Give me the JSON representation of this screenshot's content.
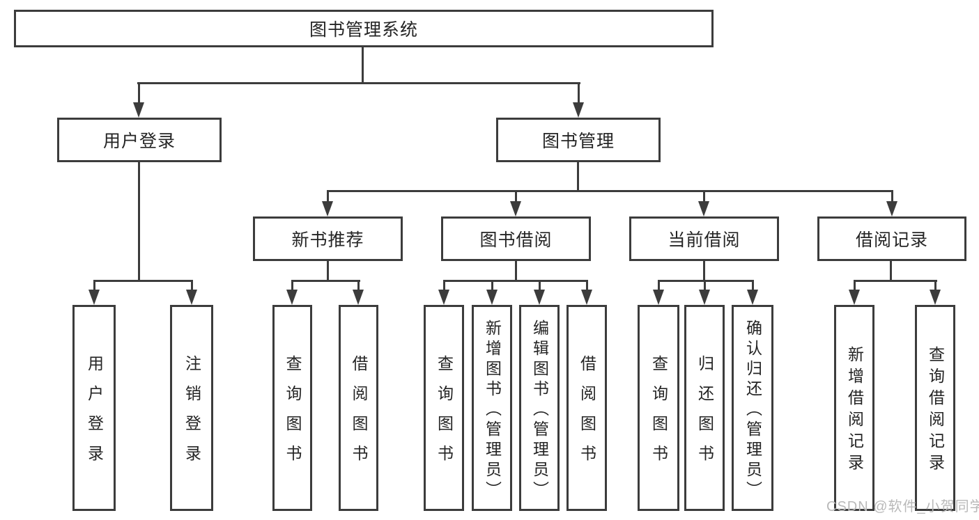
{
  "diagram": {
    "title": "图书管理系统",
    "root": {
      "label": "图书管理系统"
    },
    "level1": [
      {
        "label": "用户登录"
      },
      {
        "label": "图书管理"
      }
    ],
    "level2": [
      {
        "label": "新书推荐"
      },
      {
        "label": "图书借阅"
      },
      {
        "label": "当前借阅"
      },
      {
        "label": "借阅记录"
      }
    ],
    "leaves_user_login": [
      "用户登录",
      "注销登录"
    ],
    "leaves_new_books": [
      "查询图书",
      "借阅图书"
    ],
    "leaves_book_borrow": [
      "查询图书",
      "新增图书（管理员）",
      "编辑图书（管理员）",
      "借阅图书"
    ],
    "leaves_current_borrow": [
      "查询图书",
      "归还图书",
      "确认归还（管理员）"
    ],
    "leaves_borrow_records": [
      "新增借阅记录",
      "查询借阅记录"
    ]
  },
  "watermark": {
    "text": "CSDN @软件_小贺同学"
  },
  "colors": {
    "line": "#3c3c3c",
    "text": "#242424",
    "watermark": "#b9b9b9",
    "background": "#ffffff"
  }
}
